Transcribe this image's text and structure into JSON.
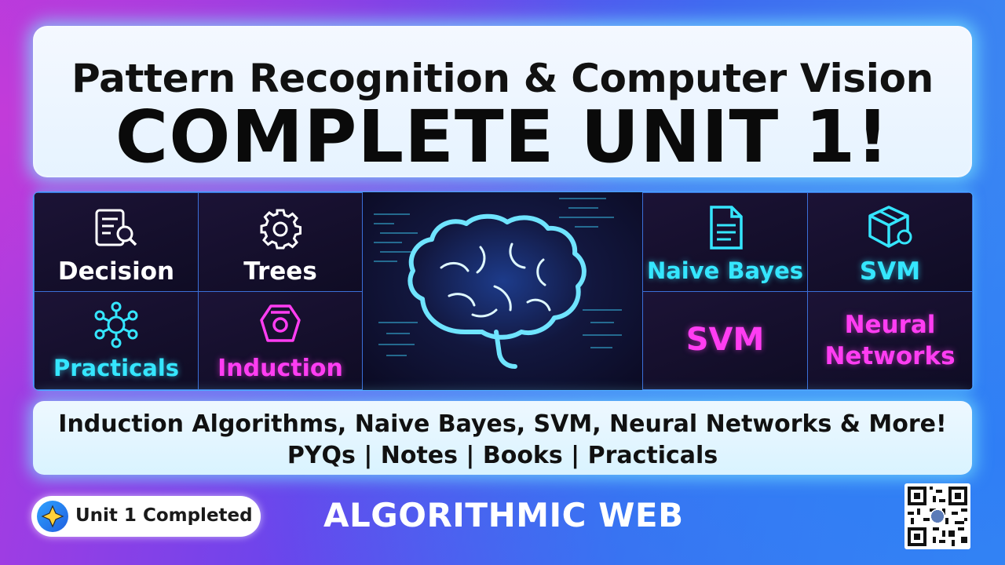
{
  "title": {
    "line1": "Pattern Recognition & Computer Vision",
    "line2": "COMPLETE UNIT 1!"
  },
  "grid": {
    "top_row": [
      {
        "label": "Decision",
        "icon": "document-search-icon",
        "color": "#ffffff"
      },
      {
        "label": "Trees",
        "icon": "gear-icon",
        "color": "#ffffff"
      },
      {
        "label": "Naive Bayes",
        "icon": "document-icon",
        "color": "#35e6ff"
      },
      {
        "label": "SVM",
        "icon": "cube-icon",
        "color": "#35e6ff"
      }
    ],
    "bottom_row": [
      {
        "label": "Practicals",
        "icon": "network-nodes-icon",
        "color": "#35e6ff"
      },
      {
        "label": "Induction",
        "icon": "target-icon",
        "color": "#ff3df2"
      },
      {
        "label": "SVM",
        "color": "#ff3df2"
      },
      {
        "label_line1": "Neural",
        "label_line2": "Networks",
        "color": "#ff3df2"
      }
    ],
    "center_image": "glowing-brain-icon"
  },
  "subtitle": {
    "line1": "Induction Algorithms, Naive Bayes, SVM, Neural Networks & More!",
    "line2": "PYQs | Notes | Books | Practicals"
  },
  "badge": {
    "label": "Unit 1 Completed",
    "icon": "star-icon"
  },
  "brand": "ALGORITHMIC WEB",
  "qr_code": "qr-code-icon"
}
